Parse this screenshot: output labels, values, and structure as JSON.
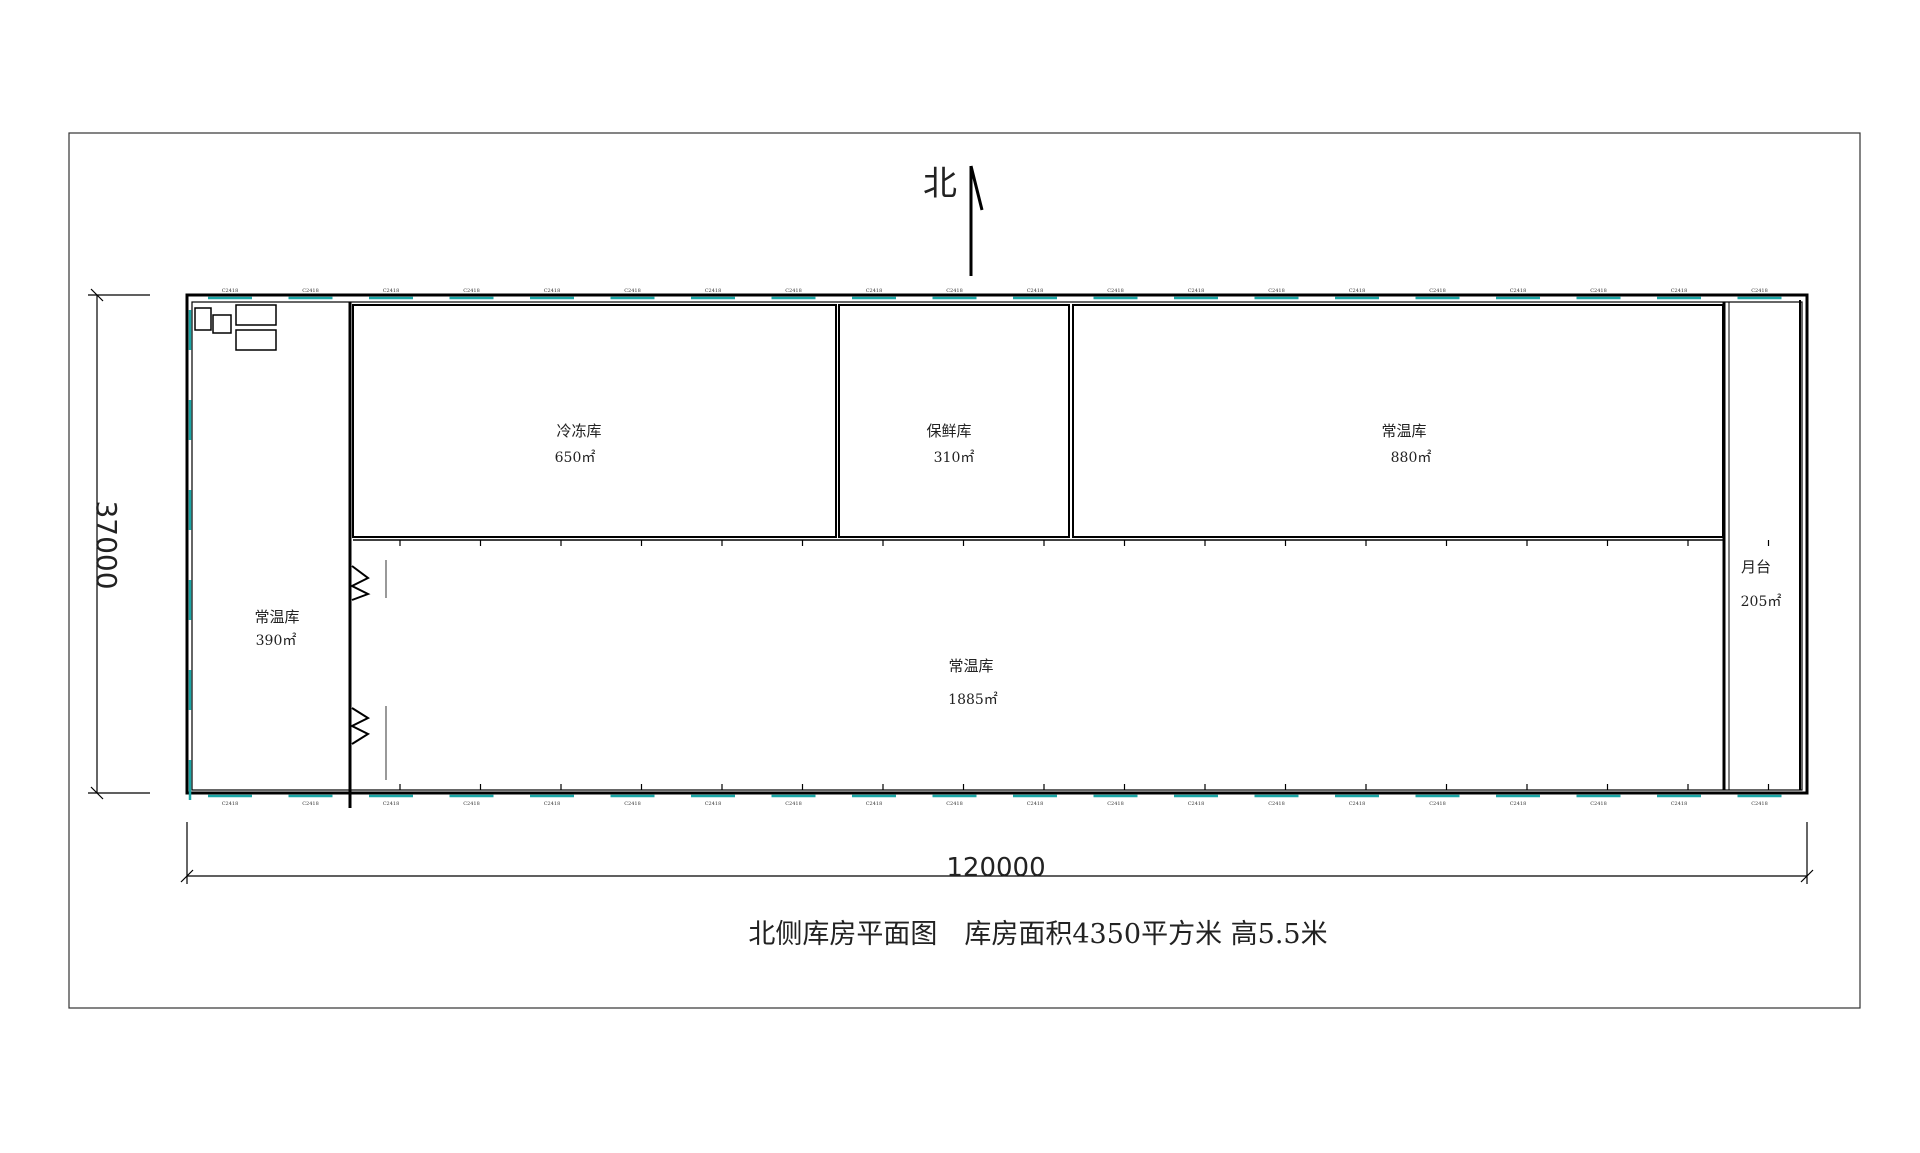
{
  "north_label": "北",
  "dims": {
    "height": "37000",
    "width": "120000"
  },
  "title": "北侧库房平面图　库房面积4350平方米 高5.5米",
  "window_label": "C2418",
  "rooms": [
    {
      "name": "冷冻库",
      "area": "650㎡"
    },
    {
      "name": "保鲜库",
      "area": "310㎡"
    },
    {
      "name": "常温库",
      "area": "880㎡"
    },
    {
      "name": "月台",
      "area": "205㎡"
    },
    {
      "name": "常温库",
      "area": "390㎡"
    },
    {
      "name": "常温库",
      "area": "1885㎡"
    }
  ],
  "colors": {
    "wall": "#000000",
    "window": "#1aa6a6",
    "line": "#222222"
  }
}
